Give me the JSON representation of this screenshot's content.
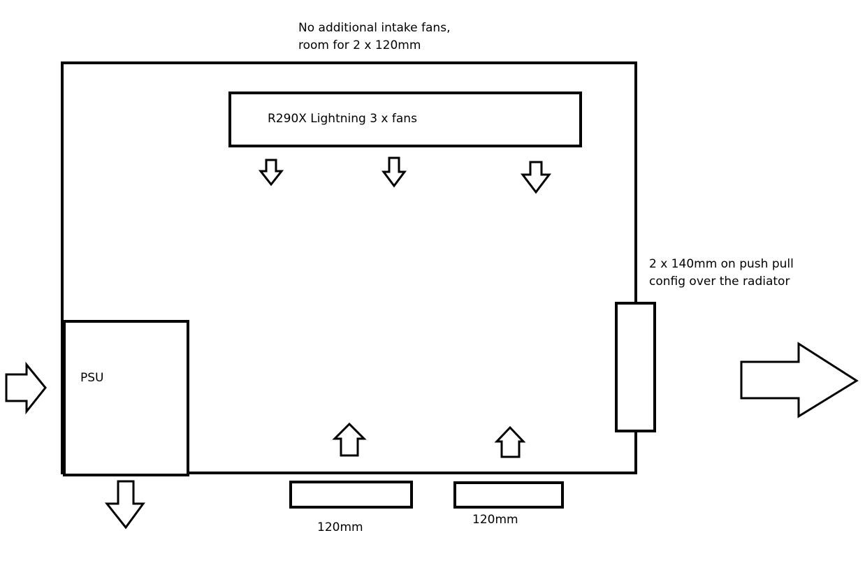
{
  "top_note": {
    "line1": "No additional intake fans,",
    "line2": "room for 2 x 120mm"
  },
  "gpu": {
    "label": "R290X Lightning 3 x fans"
  },
  "radiator_note": {
    "line1": "2 x 140mm on push pull",
    "line2": "config over the radiator"
  },
  "psu": {
    "label": "PSU"
  },
  "bottom_fans": [
    {
      "label": "120mm"
    },
    {
      "label": "120mm"
    }
  ],
  "colors": {
    "stroke": "#000000",
    "background": "#ffffff"
  }
}
